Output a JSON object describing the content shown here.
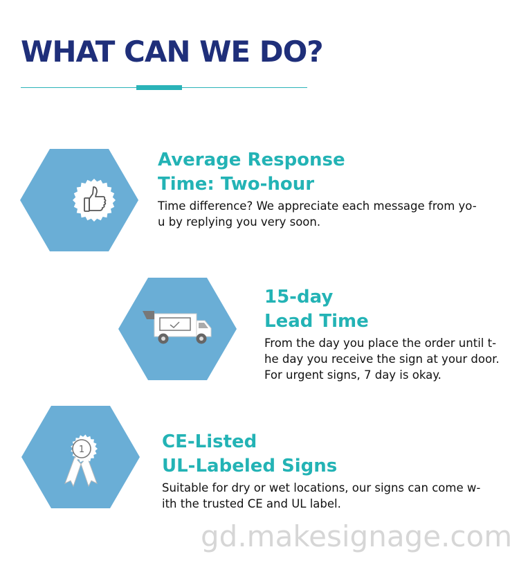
{
  "page": {
    "title": "WHAT CAN WE DO?"
  },
  "colors": {
    "title": "#1f2f7a",
    "accent": "#2ab3b8",
    "hexagon": "#6aaed6",
    "heading": "#23b3b5",
    "body_text": "#111111",
    "watermark": "#d6d6d6"
  },
  "features": [
    {
      "icon": "thumbs-up-badge-icon",
      "heading_line1": "Average Response",
      "heading_line2": "Time: Two-hour",
      "desc_line1": "Time difference? We appreciate each message from yo-",
      "desc_line2": "u by replying you very soon."
    },
    {
      "icon": "delivery-truck-icon",
      "heading_line1": "15-day",
      "heading_line2": "Lead Time",
      "desc_line1": "From the day you place the order until t-",
      "desc_line2": "he day you receive the sign at your door.",
      "desc_line3": "For urgent signs, 7 day is okay."
    },
    {
      "icon": "award-ribbon-icon",
      "badge_number": "1",
      "heading_line1": "CE-Listed",
      "heading_line2": "UL-Labeled Signs",
      "desc_line1": "Suitable for dry or wet locations, our signs can come w-",
      "desc_line2": "ith the trusted CE and UL label."
    }
  ],
  "watermark": "gd.makesignage.com"
}
